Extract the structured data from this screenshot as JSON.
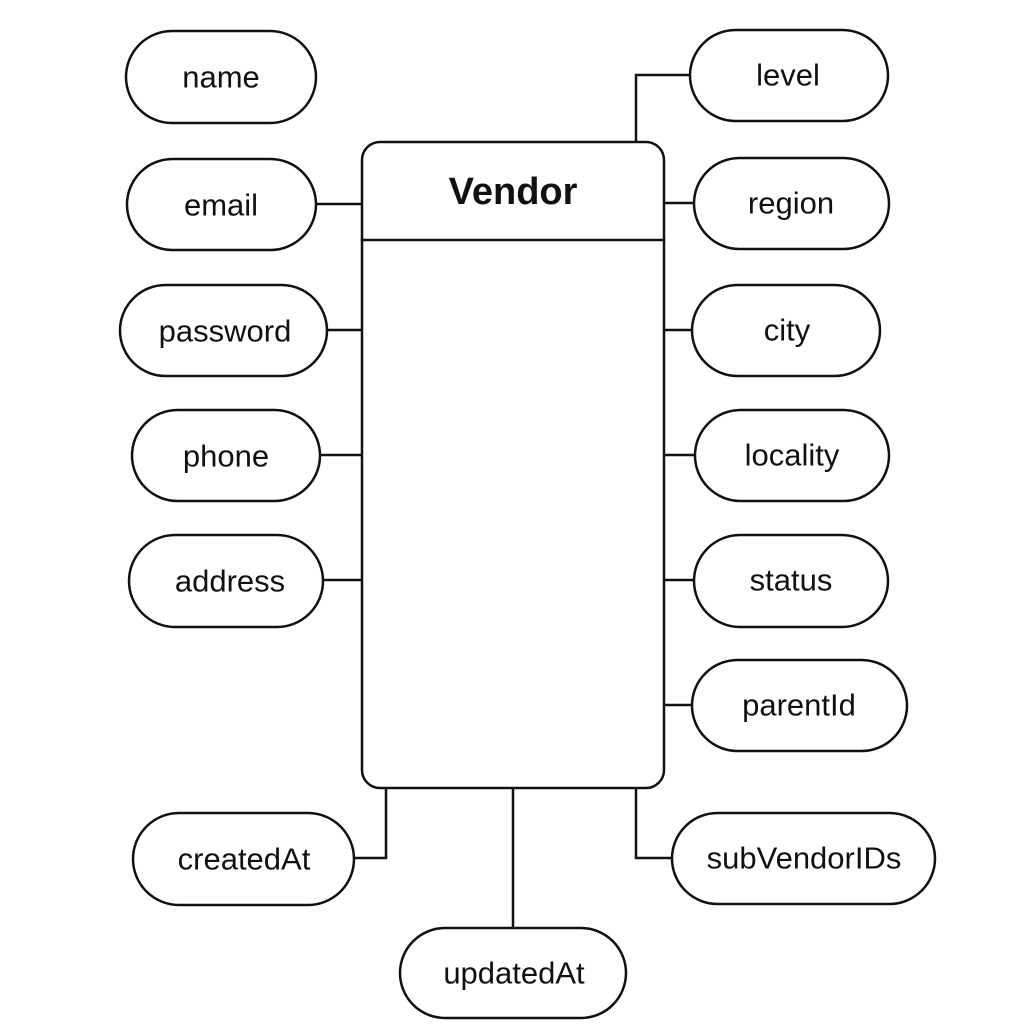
{
  "entity": {
    "title": "Vendor"
  },
  "attributes": {
    "name": "name",
    "email": "email",
    "password": "password",
    "phone": "phone",
    "address": "address",
    "level": "level",
    "region": "region",
    "city": "city",
    "locality": "locality",
    "status": "status",
    "parentId": "parentId",
    "createdAt": "createdAt",
    "updatedAt": "updatedAt",
    "subVendorIDs": "subVendorIDs"
  },
  "colors": {
    "stroke": "#111111",
    "background": "#ffffff"
  }
}
